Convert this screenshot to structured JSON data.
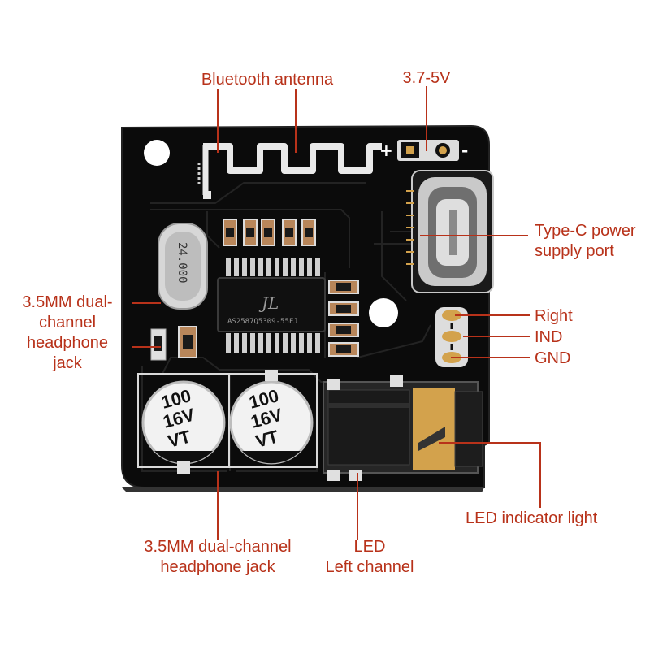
{
  "colors": {
    "callout": "#b8321a",
    "board": "#0b0b0b",
    "trace": "#1d1d1d",
    "silkscreen": "#e9e9e9",
    "gold": "#d3a24c",
    "jack_body": "#262626"
  },
  "labels": {
    "bluetooth_antenna": "Bluetooth antenna",
    "voltage": "3.7-5V",
    "typec_line1": "Type-C power",
    "typec_line2": "supply port",
    "right": "Right",
    "ind": "IND",
    "gnd": "GND",
    "left_jack_line1": "3.5MM dual-",
    "left_jack_line2": "channel",
    "left_jack_line3": "headphone",
    "left_jack_line4": "jack",
    "bottom_jack_line1": "3.5MM dual-channel",
    "bottom_jack_line2": "headphone jack",
    "led_line1": "LED",
    "led_line2": "Left channel",
    "led_indicator": "LED indicator light"
  },
  "board_markings": {
    "plus": "+",
    "minus": "-",
    "crystal": "24.000",
    "chip": "AS2587Q5309-55FJ",
    "chip_logo": "JL",
    "cap1_line1": "100",
    "cap1_line2": "16V",
    "cap1_line3": "VT",
    "cap2_line1": "100",
    "cap2_line2": "16V",
    "cap2_line3": "VT"
  }
}
